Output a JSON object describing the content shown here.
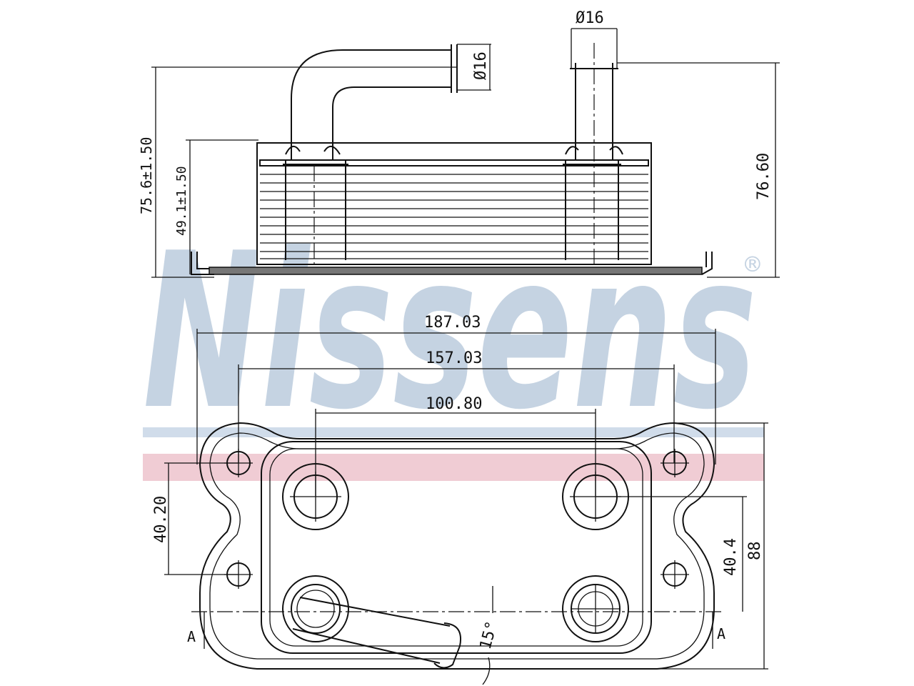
{
  "watermark": {
    "text": "Nissens",
    "reg": "®",
    "color": "#c5d3e2",
    "band_blue": "#d0dcea",
    "band_red": "#f0ccd4"
  },
  "side_view": {
    "dims": {
      "pipe_left_diameter": "Ø16",
      "pipe_right_diameter": "Ø16",
      "overall_height": "75.6±1.50",
      "stack_height": "49.1±1.50",
      "right_height": "76.60"
    }
  },
  "plan_view": {
    "dims": {
      "width_outer": "187.03",
      "width_holes": "157.03",
      "width_ports": "100.80",
      "left_hole_spacing": "40.20",
      "right_port_spacing": "40.4",
      "right_height": "88",
      "angle": "15°",
      "section_left": "A",
      "section_right": "A"
    }
  }
}
